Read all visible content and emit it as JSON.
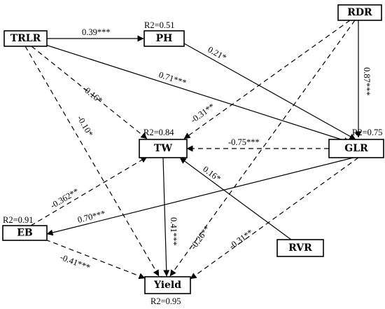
{
  "nodes": [
    {
      "id": "TRLR",
      "label": "TRLR",
      "r2": ""
    },
    {
      "id": "PH",
      "label": "PH",
      "r2": "R2=0.51"
    },
    {
      "id": "RDR",
      "label": "RDR",
      "r2": ""
    },
    {
      "id": "TW",
      "label": "TW",
      "r2": "R2=0.84"
    },
    {
      "id": "GLR",
      "label": "GLR",
      "r2": "R2=0.75"
    },
    {
      "id": "EB",
      "label": "EB",
      "r2": "R2=0.91"
    },
    {
      "id": "RVR",
      "label": "RVR",
      "r2": ""
    },
    {
      "id": "Yield",
      "label": "Yield",
      "r2": "R2=0.95"
    }
  ],
  "edges": [
    {
      "from": "TRLR",
      "to": "PH",
      "coef": "0.39***",
      "style": "solid"
    },
    {
      "from": "TRLR",
      "to": "GLR",
      "coef": "0.71***",
      "style": "solid"
    },
    {
      "from": "TRLR",
      "to": "TW",
      "coef": "-0.16*",
      "style": "dashed"
    },
    {
      "from": "TRLR",
      "to": "Yield",
      "coef": "-0.10*",
      "style": "dashed"
    },
    {
      "from": "PH",
      "to": "GLR",
      "coef": "0.21*",
      "style": "solid"
    },
    {
      "from": "RDR",
      "to": "GLR",
      "coef": "0.87***",
      "style": "solid"
    },
    {
      "from": "RDR",
      "to": "TW",
      "coef": "-0.31**",
      "style": "dashed"
    },
    {
      "from": "RDR",
      "to": "Yield",
      "coef": "-0.26**",
      "style": "dashed"
    },
    {
      "from": "GLR",
      "to": "TW",
      "coef": "-0.75***",
      "style": "dashed"
    },
    {
      "from": "GLR",
      "to": "EB",
      "coef": "0.70***",
      "style": "solid"
    },
    {
      "from": "GLR",
      "to": "Yield",
      "coef": "-0.31**",
      "style": "dashed"
    },
    {
      "from": "RVR",
      "to": "TW",
      "coef": "0.16*",
      "style": "solid"
    },
    {
      "from": "EB",
      "to": "TW",
      "coef": "-0.362**",
      "style": "dashed"
    },
    {
      "from": "EB",
      "to": "Yield",
      "coef": "-0.41***",
      "style": "dashed"
    },
    {
      "from": "TW",
      "to": "Yield",
      "coef": "0.41***",
      "style": "solid"
    }
  ]
}
